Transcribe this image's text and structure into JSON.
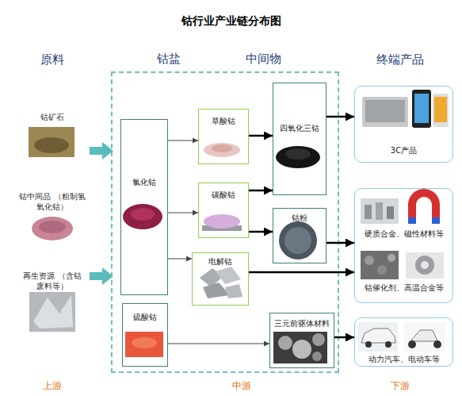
{
  "diagram": {
    "title": "钴行业产业链分布图",
    "nodes": [
      {
        "text": [
          "钴盐",
          "中间物"
        ]
      },
      {
        "text": [
          "氯化钴"
        ],
        "in": 0
      },
      {
        "text": [
          "草酸钴"
        ],
        "in": 0
      },
      {
        "text": [
          "碳酸钴"
        ],
        "in": 0
      },
      {
        "text": [
          "电解钴"
        ],
        "in": 0
      },
      {
        "text": [
          "硫酸钴"
        ],
        "in": 0
      },
      {
        "text": [
          "四氧化三钴"
        ],
        "in": 0
      },
      {
        "text": [
          "钴粉"
        ],
        "in": 0
      },
      {
        "text": [
          "三元前驱体材料"
        ],
        "in": 0
      },
      {
        "text": [
          "3C产品"
        ]
      },
      {
        "text": [
          "硬质合金、磁性材料等",
          "钴催化剂、高温合金等"
        ]
      },
      {
        "text": [
          "动力汽车、电动车等"
        ]
      }
    ],
    "edges": [
      {
        "from": 1,
        "to": 2,
        "arrow": "to"
      },
      {
        "from": 1,
        "to": 3,
        "arrow": "to"
      },
      {
        "from": 1,
        "to": 4,
        "arrow": "to"
      },
      {
        "from": 2,
        "to": 6,
        "arrow": "to"
      },
      {
        "from": 3,
        "to": 6,
        "arrow": "to"
      },
      {
        "from": 3,
        "to": 7,
        "arrow": "to"
      },
      {
        "from": 4,
        "to": 10,
        "arrow": "to"
      },
      {
        "from": 6,
        "to": 9,
        "arrow": "to"
      },
      {
        "from": 7,
        "to": 10,
        "arrow": "to"
      },
      {
        "from": 5,
        "to": 8,
        "arrow": "to"
      },
      {
        "from": 8,
        "to": 11,
        "arrow": "to"
      }
    ],
    "labels": [
      "原料",
      "终端产品",
      "钴矿石",
      "钴中间品 （粗制氢氧化钴）",
      "再生资源 （含钴废料等）",
      "上游",
      "中游",
      "下游"
    ]
  }
}
